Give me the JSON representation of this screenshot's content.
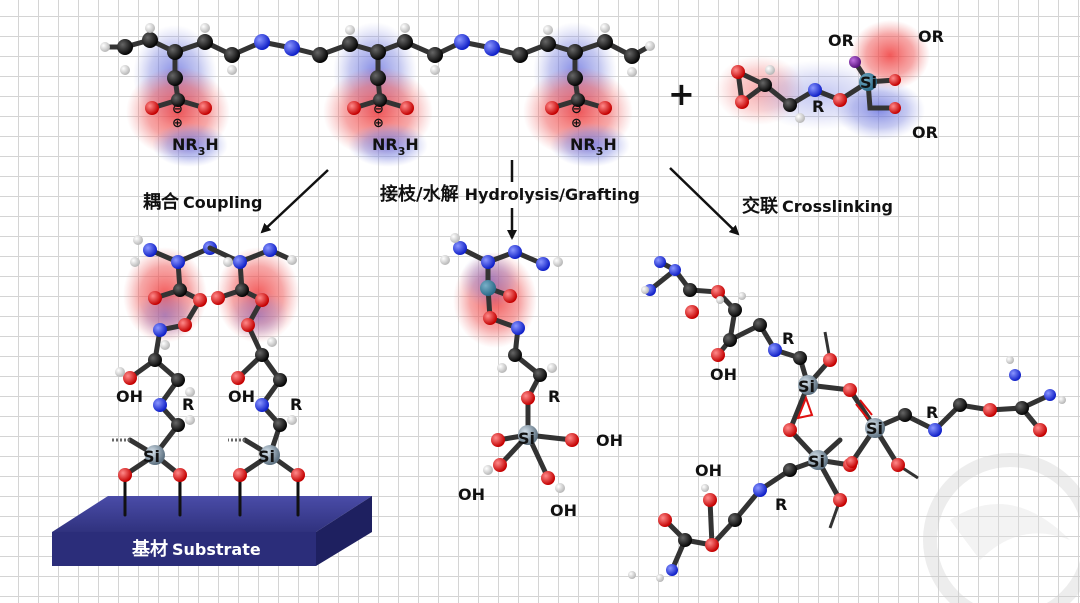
{
  "diagram": {
    "reactants": {
      "charge_minus": "⊖",
      "charge_plus": "⊕",
      "amine_group": [
        "NR",
        "3",
        "H"
      ],
      "plus_sign": "+",
      "silane_group": "OR",
      "r_label": "R",
      "si_label": "Si"
    },
    "pathways": {
      "coupling": {
        "zh": "耦合",
        "en": "Coupling"
      },
      "grafting": {
        "zh": "接枝/水解",
        "en": "Hydrolysis/Grafting"
      },
      "crosslinking": {
        "zh": "交联",
        "en": "Crosslinking"
      }
    },
    "products": {
      "oh_label": "OH",
      "r_label": "R",
      "si_label": "Si",
      "substrate": {
        "zh": "基材",
        "en": "Substrate"
      }
    },
    "colors": {
      "carbon": "#151515",
      "oxygen": "#e01010",
      "nitrogen": "#1f2fe0",
      "hydrogen": "#f4f4f4",
      "silicon": "#9aaab8",
      "substrate": "#2b2d7a",
      "potential_negative": "#f04848",
      "potential_positive": "#6a74e0"
    }
  }
}
